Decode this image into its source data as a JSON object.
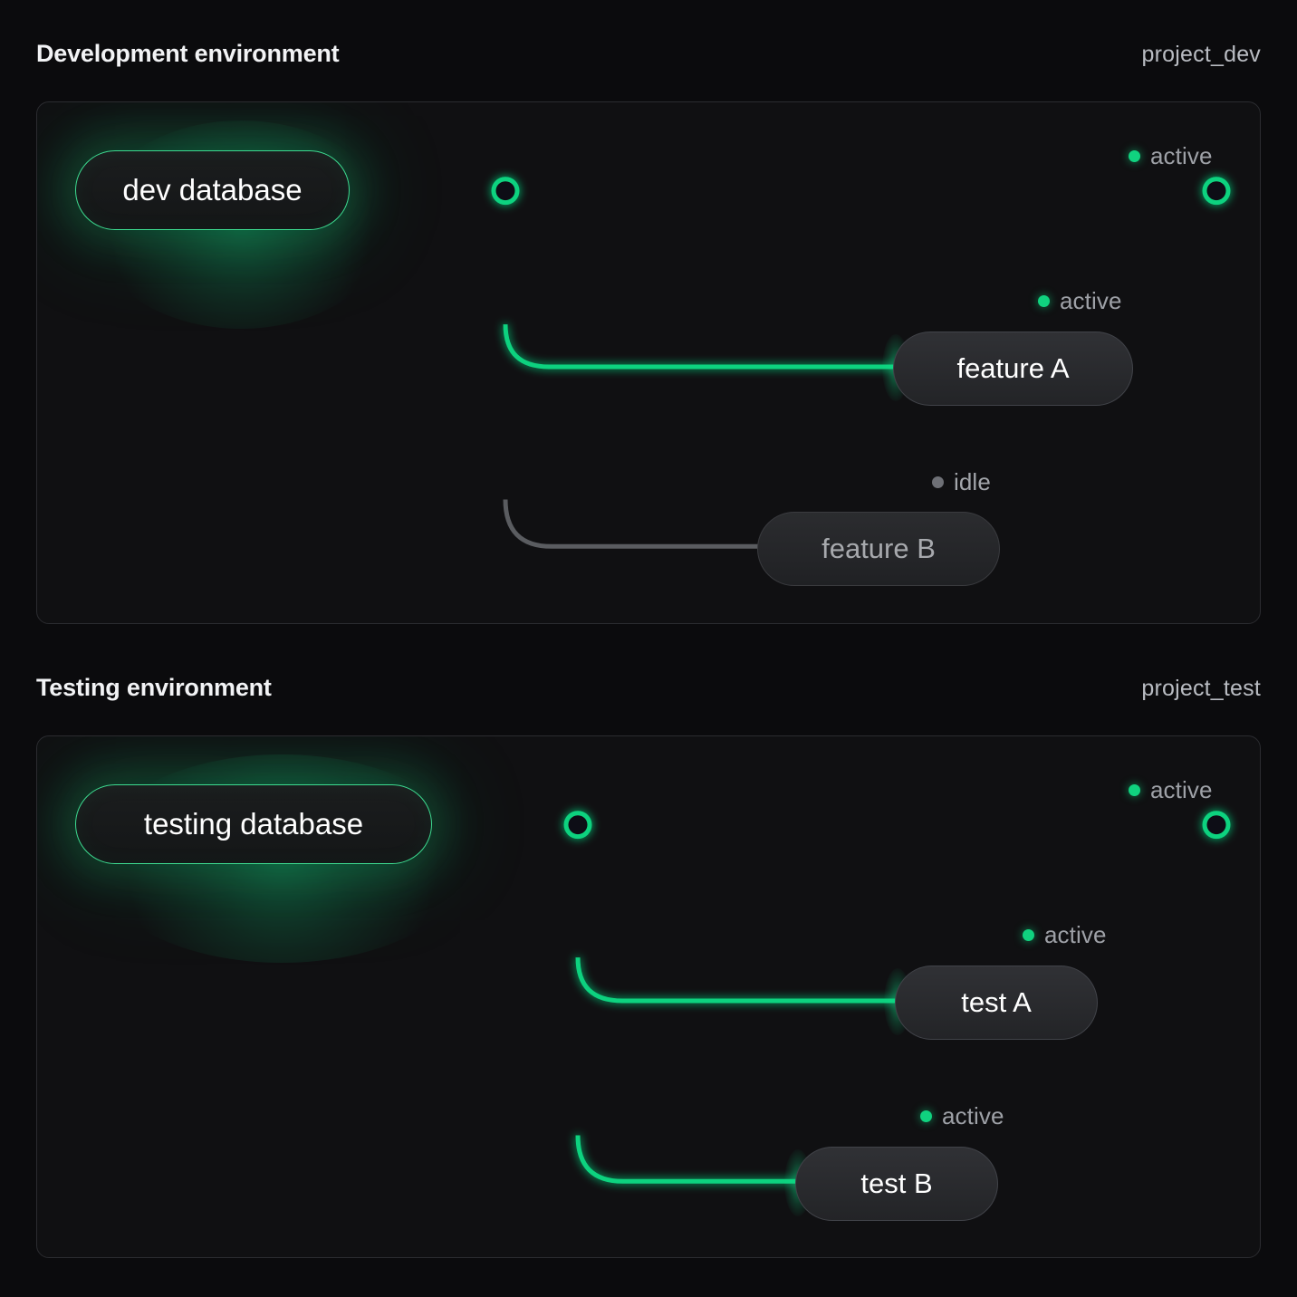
{
  "sections": [
    {
      "id": "development",
      "title": "Development environment",
      "project": "project_dev",
      "database": {
        "label": "dev database",
        "status": "active"
      },
      "endpoint_status": {
        "label": "active",
        "state": "active"
      },
      "branches": [
        {
          "label": "feature A",
          "status": {
            "label": "active",
            "state": "active"
          }
        },
        {
          "label": "feature B",
          "status": {
            "label": "idle",
            "state": "idle"
          }
        }
      ]
    },
    {
      "id": "testing",
      "title": "Testing environment",
      "project": "project_test",
      "database": {
        "label": "testing database",
        "status": "active"
      },
      "endpoint_status": {
        "label": "active",
        "state": "active"
      },
      "branches": [
        {
          "label": "test A",
          "status": {
            "label": "active",
            "state": "active"
          }
        },
        {
          "label": "test B",
          "status": {
            "label": "active",
            "state": "active"
          }
        }
      ]
    }
  ],
  "colors": {
    "accent": "#10d27f",
    "accent_line": "#10d27f",
    "idle_line": "#5a5c60",
    "background": "#0b0b0d",
    "card_background": "#101012",
    "card_border": "#2b2c30",
    "text_primary": "#f2f3f5",
    "text_secondary": "#b9bcc2",
    "text_muted": "#9ea1a7",
    "idle_dot": "#6e7076"
  }
}
